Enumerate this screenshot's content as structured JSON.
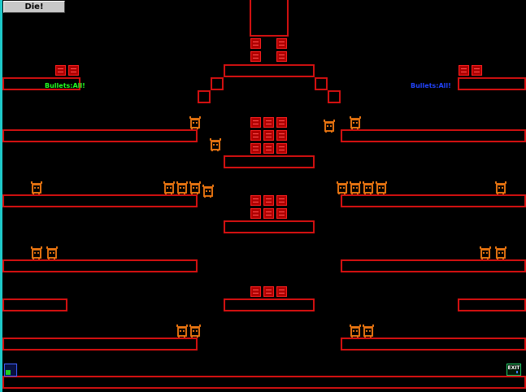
{
  "window": {
    "die_button": "Die!"
  },
  "pickups": [
    {
      "label": "Bullets:All!",
      "color": "#22ff22"
    },
    {
      "label": "Bullets:All!",
      "color": "#2244ff"
    }
  ],
  "exit": {
    "label": "EXIT"
  },
  "colors": {
    "background": "#000000",
    "platform": "#d01010",
    "crate": "#b00000",
    "enemy": "#e07010",
    "player": "#4060ff",
    "exit": "#20c060"
  },
  "icons": {
    "crate": "red-crate-icon",
    "enemy": "orange-horned-monster-icon",
    "player": "player-icon",
    "exit": "exit-door-icon"
  }
}
